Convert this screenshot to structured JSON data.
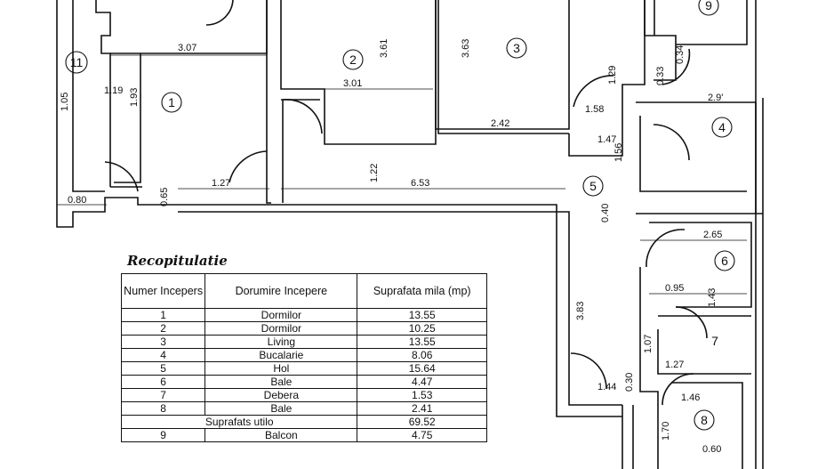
{
  "plan": {
    "dimensions": [
      "3.07",
      "3.61",
      "3.63",
      "3.01",
      "2.42",
      "1.29",
      "1.58",
      "1.47",
      "1.56",
      "1.05",
      "1.19",
      "1.93",
      "0.80",
      "0.65",
      "1.27",
      "1.22",
      "6.53",
      "0.34",
      "0.33",
      "2.9'",
      "0.40",
      "2.65",
      "0.95",
      "3.83",
      "1.07",
      "1.27",
      "1.44",
      "0.30",
      "1.46",
      "1.70",
      "0.60",
      "1.43"
    ],
    "room_labels": [
      "1",
      "2",
      "3",
      "4",
      "5",
      "6",
      "7",
      "8",
      "9",
      "11"
    ]
  },
  "recap": {
    "title": "Recopitulatie",
    "headers": [
      "Numer Incepers",
      "Dorumire Incepere",
      "Suprafata mila (mp)"
    ],
    "rows": [
      [
        "1",
        "Dormilor",
        "13.55"
      ],
      [
        "2",
        "Dormilor",
        "10.25"
      ],
      [
        "3",
        "Living",
        "13.55"
      ],
      [
        "4",
        "Bucalarie",
        "8.06"
      ],
      [
        "5",
        "Hol",
        "15.64"
      ],
      [
        "6",
        "Bale",
        "4.47"
      ],
      [
        "7",
        "Debera",
        "1.53"
      ],
      [
        "8",
        "Bale",
        "2.41"
      ]
    ],
    "total_label": "Suprafats utilo",
    "total_value": "69.52",
    "extra_rows": [
      [
        "9",
        "Balcon",
        "4.75"
      ]
    ]
  }
}
